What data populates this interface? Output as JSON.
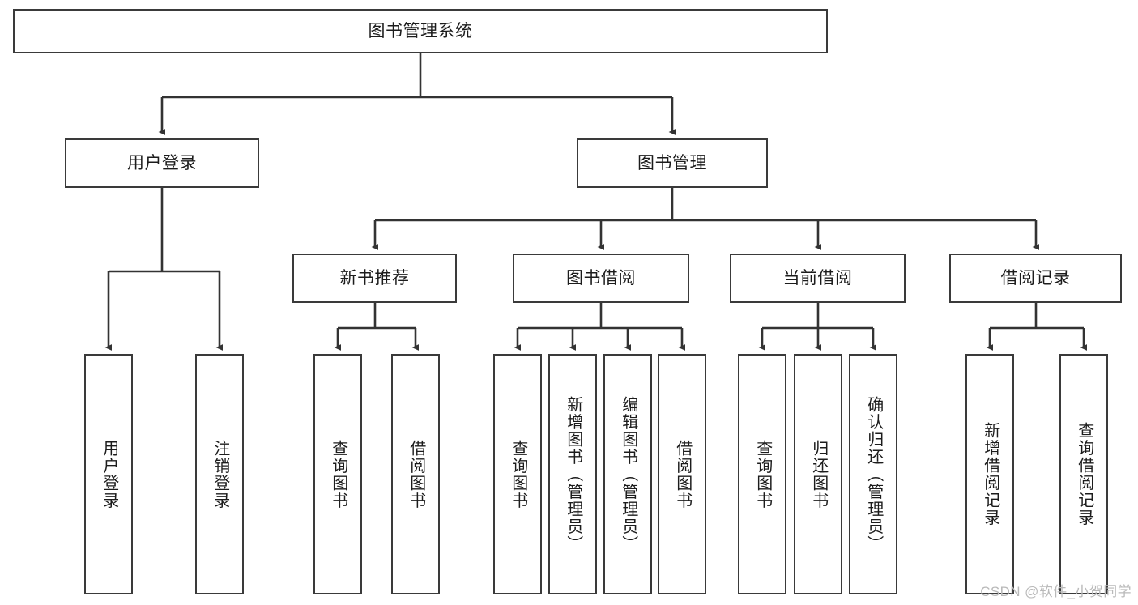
{
  "diagram": {
    "title": "图书管理系统",
    "type": "tree",
    "watermark": "CSDN @软件_小贺同学",
    "colors": {
      "node_border": "#3a3a3a",
      "node_fill": "#ffffff",
      "connector": "#333333",
      "text": "#1c1c1c",
      "watermark": "#b9b9b9",
      "background": "#ffffff"
    },
    "root": {
      "label": "图书管理系统"
    },
    "level2": [
      {
        "label": "用户登录"
      },
      {
        "label": "图书管理"
      }
    ],
    "level3": [
      {
        "label": "新书推荐"
      },
      {
        "label": "图书借阅"
      },
      {
        "label": "当前借阅"
      },
      {
        "label": "借阅记录"
      }
    ],
    "leaves": {
      "user_login": [
        {
          "label": "用户登录"
        },
        {
          "label": "注销登录"
        }
      ],
      "new_book_recommend": [
        {
          "label": "查询图书"
        },
        {
          "label": "借阅图书"
        }
      ],
      "book_borrow": [
        {
          "label": "查询图书"
        },
        {
          "label": "新增图书（管理员）"
        },
        {
          "label": "编辑图书（管理员）"
        },
        {
          "label": "借阅图书"
        }
      ],
      "current_borrow": [
        {
          "label": "查询图书"
        },
        {
          "label": "归还图书"
        },
        {
          "label": "确认归还（管理员）"
        }
      ],
      "borrow_record": [
        {
          "label": "新增借阅记录"
        },
        {
          "label": "查询借阅记录"
        }
      ]
    }
  }
}
